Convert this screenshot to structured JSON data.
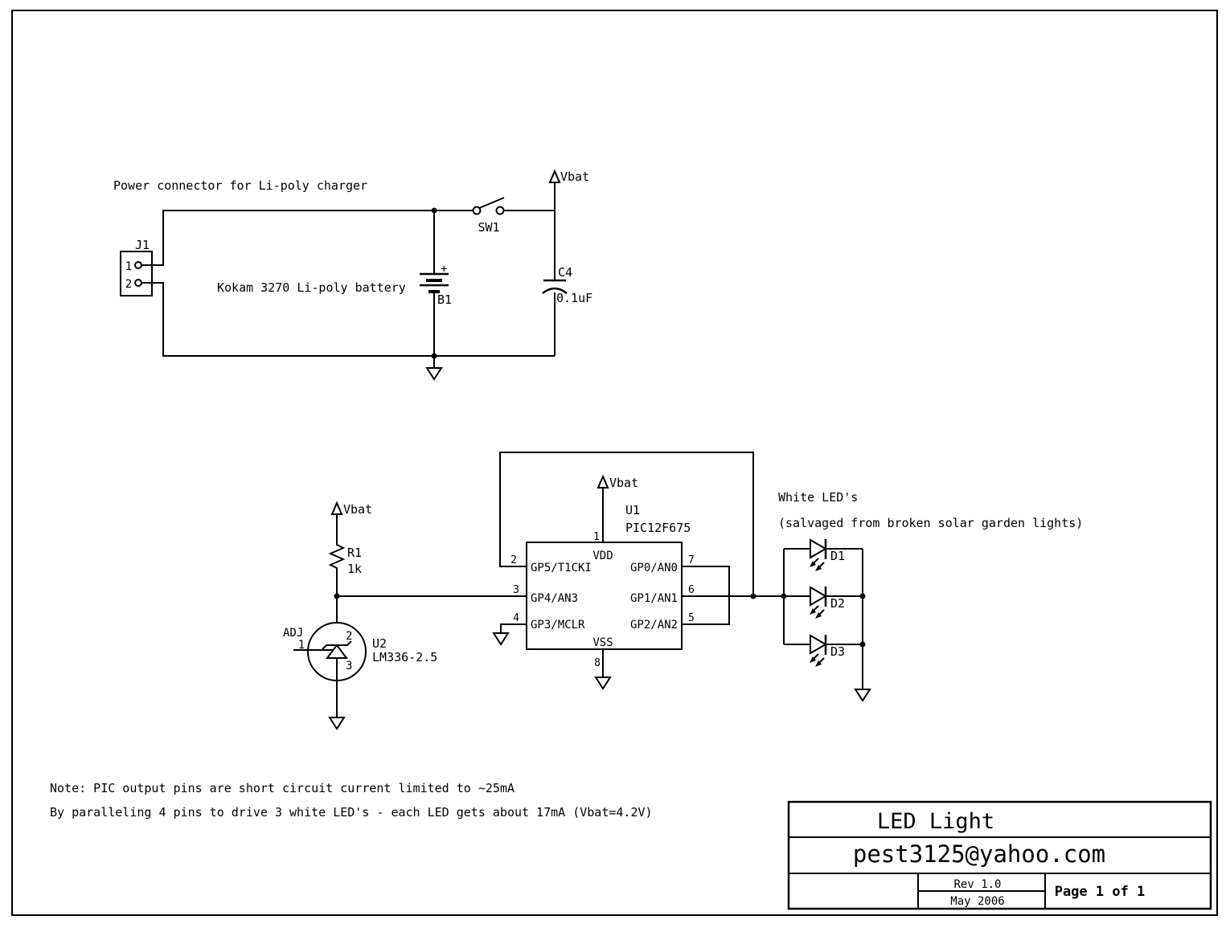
{
  "colors": {
    "ink": "#000000",
    "paper": "#ffffff"
  },
  "charger": {
    "caption": "Power connector for Li-poly charger",
    "vbat": "Vbat",
    "j1": {
      "ref": "J1",
      "pin1": "1",
      "pin2": "2"
    },
    "battery": {
      "ref": "B1",
      "desc": "Kokam 3270 Li-poly battery",
      "plus": "+"
    },
    "sw": {
      "ref": "SW1"
    },
    "c4": {
      "ref": "C4",
      "value": "0.1uF"
    }
  },
  "vref": {
    "vbat": "Vbat",
    "r1": {
      "ref": "R1",
      "value": "1k"
    },
    "u2": {
      "ref": "U2",
      "part": "LM336-2.5",
      "adj": "ADJ",
      "pin1": "1",
      "pin2": "2",
      "pin3": "3"
    }
  },
  "mcu": {
    "vbat": "Vbat",
    "ref": "U1",
    "part": "PIC12F675",
    "vdd": "VDD",
    "vss": "VSS",
    "gp5": "GP5/T1CKI",
    "gp4": "GP4/AN3",
    "gp3": "GP3/MCLR",
    "gp0": "GP0/AN0",
    "gp1": "GP1/AN1",
    "gp2": "GP2/AN2",
    "n1": "1",
    "n2": "2",
    "n3": "3",
    "n4": "4",
    "n5": "5",
    "n6": "6",
    "n7": "7",
    "n8": "8"
  },
  "leds": {
    "caption1": "White LED's",
    "caption2": "(salvaged from broken solar garden lights)",
    "d1": "D1",
    "d2": "D2",
    "d3": "D3"
  },
  "notes": {
    "line1": "Note: PIC output pins are short circuit current limited to ~25mA",
    "line2": "By paralleling 4 pins to drive 3 white LED's - each LED gets about 17mA (Vbat=4.2V)"
  },
  "titleblock": {
    "title": "LED Light",
    "email": "pest3125@yahoo.com",
    "rev": "Rev 1.0",
    "date": "May 2006",
    "page": "Page 1 of 1"
  }
}
